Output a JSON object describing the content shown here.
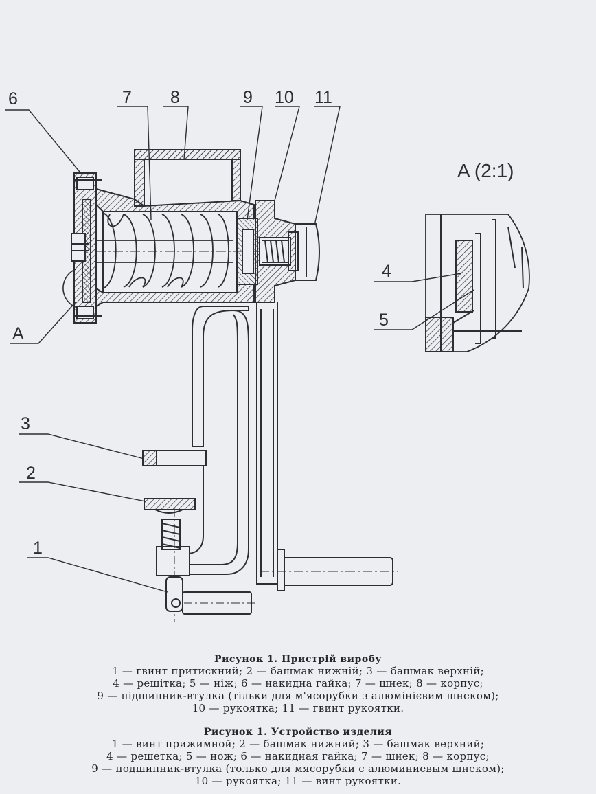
{
  "callouts": {
    "c1": "1",
    "c2": "2",
    "c3": "3",
    "c4": "4",
    "c5": "5",
    "c6": "6",
    "c7": "7",
    "c8": "8",
    "c9": "9",
    "c10": "10",
    "c11": "11",
    "section": "A"
  },
  "detail": {
    "title": "A (2:1)"
  },
  "caption_uk": {
    "title": "Рисунок 1. Пристрій виробу",
    "lines": [
      "1 — гвинт притискний; 2 — башмак нижній; 3 — башмак верхній;",
      "4 — решітка; 5 — ніж; 6 — накидна гайка; 7 — шнек; 8 — корпус;",
      "9 — підшипник-втулка (тільки для м'ясорубки з алюмінієвим шнеком);",
      "10 — рукоятка; 11 — гвинт рукоятки."
    ]
  },
  "caption_ru": {
    "title": "Рисунок 1. Устройство изделия",
    "lines": [
      "1 — винт прижимной; 2 — башмак нижний; 3 — башмак верхний;",
      "4 — решетка; 5 — нож; 6 — накидная гайка; 7 — шнек; 8 — корпус;",
      "9 — подшипник-втулка (только для мясорубки с алюминиевым шнеком);",
      "10 — рукоятка; 11 — винт рукоятки."
    ]
  },
  "colors": {
    "ink": "#2b2e33",
    "paper": "#eceef1"
  }
}
